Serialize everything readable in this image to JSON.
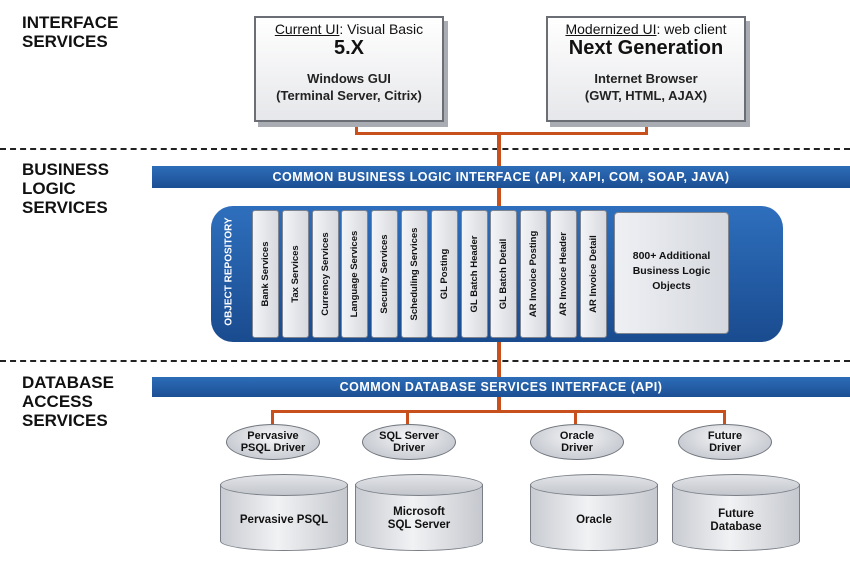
{
  "layers": {
    "interface": {
      "line1": "INTERFACE",
      "line2": "SERVICES"
    },
    "business": {
      "line1": "BUSINESS",
      "line2": "LOGIC",
      "line3": "SERVICES"
    },
    "database": {
      "line1": "DATABASE",
      "line2": "ACCESS",
      "line3": "SERVICES"
    }
  },
  "ui_boxes": [
    {
      "top_prefix": "Current UI",
      "top_suffix": ": Visual Basic",
      "big": "5.X",
      "sub1": "Windows GUI",
      "sub2": "(Terminal Server, Citrix)"
    },
    {
      "top_prefix": "Modernized UI",
      "top_suffix": ": web client",
      "big": "Next Generation",
      "sub1": "Internet Browser",
      "sub2": "(GWT, HTML, AJAX)"
    }
  ],
  "business_bar": "COMMON BUSINESS LOGIC INTERFACE (API, XAPI, COM, SOAP, JAVA)",
  "repository_label": "OBJECT REPOSITORY",
  "services": [
    "Bank Services",
    "Tax Services",
    "Currency Services",
    "Language Services",
    "Security Services",
    "Scheduling Services",
    "GL Posting",
    "GL Batch Header",
    "GL Batch Detail",
    "AR Invoice Posting",
    "AR Invoice Header",
    "AR Invoice Detail"
  ],
  "additional": {
    "line1": "800+ Additional",
    "line2": "Business Logic",
    "line3": "Objects"
  },
  "database_bar": "COMMON DATABASE SERVICES INTERFACE (API)",
  "drivers": [
    {
      "line1": "Pervasive",
      "line2": "PSQL Driver"
    },
    {
      "line1": "SQL Server",
      "line2": "Driver"
    },
    {
      "line1": "Oracle",
      "line2": "Driver"
    },
    {
      "line1": "Future",
      "line2": "Driver"
    }
  ],
  "databases": [
    {
      "line1": "Pervasive PSQL",
      "line2": ""
    },
    {
      "line1": "Microsoft",
      "line2": "SQL Server"
    },
    {
      "line1": "Oracle",
      "line2": ""
    },
    {
      "line1": "Future",
      "line2": "Database"
    }
  ],
  "colors": {
    "bar_blue": "#1c4f93",
    "connector_orange": "#c8501d"
  }
}
